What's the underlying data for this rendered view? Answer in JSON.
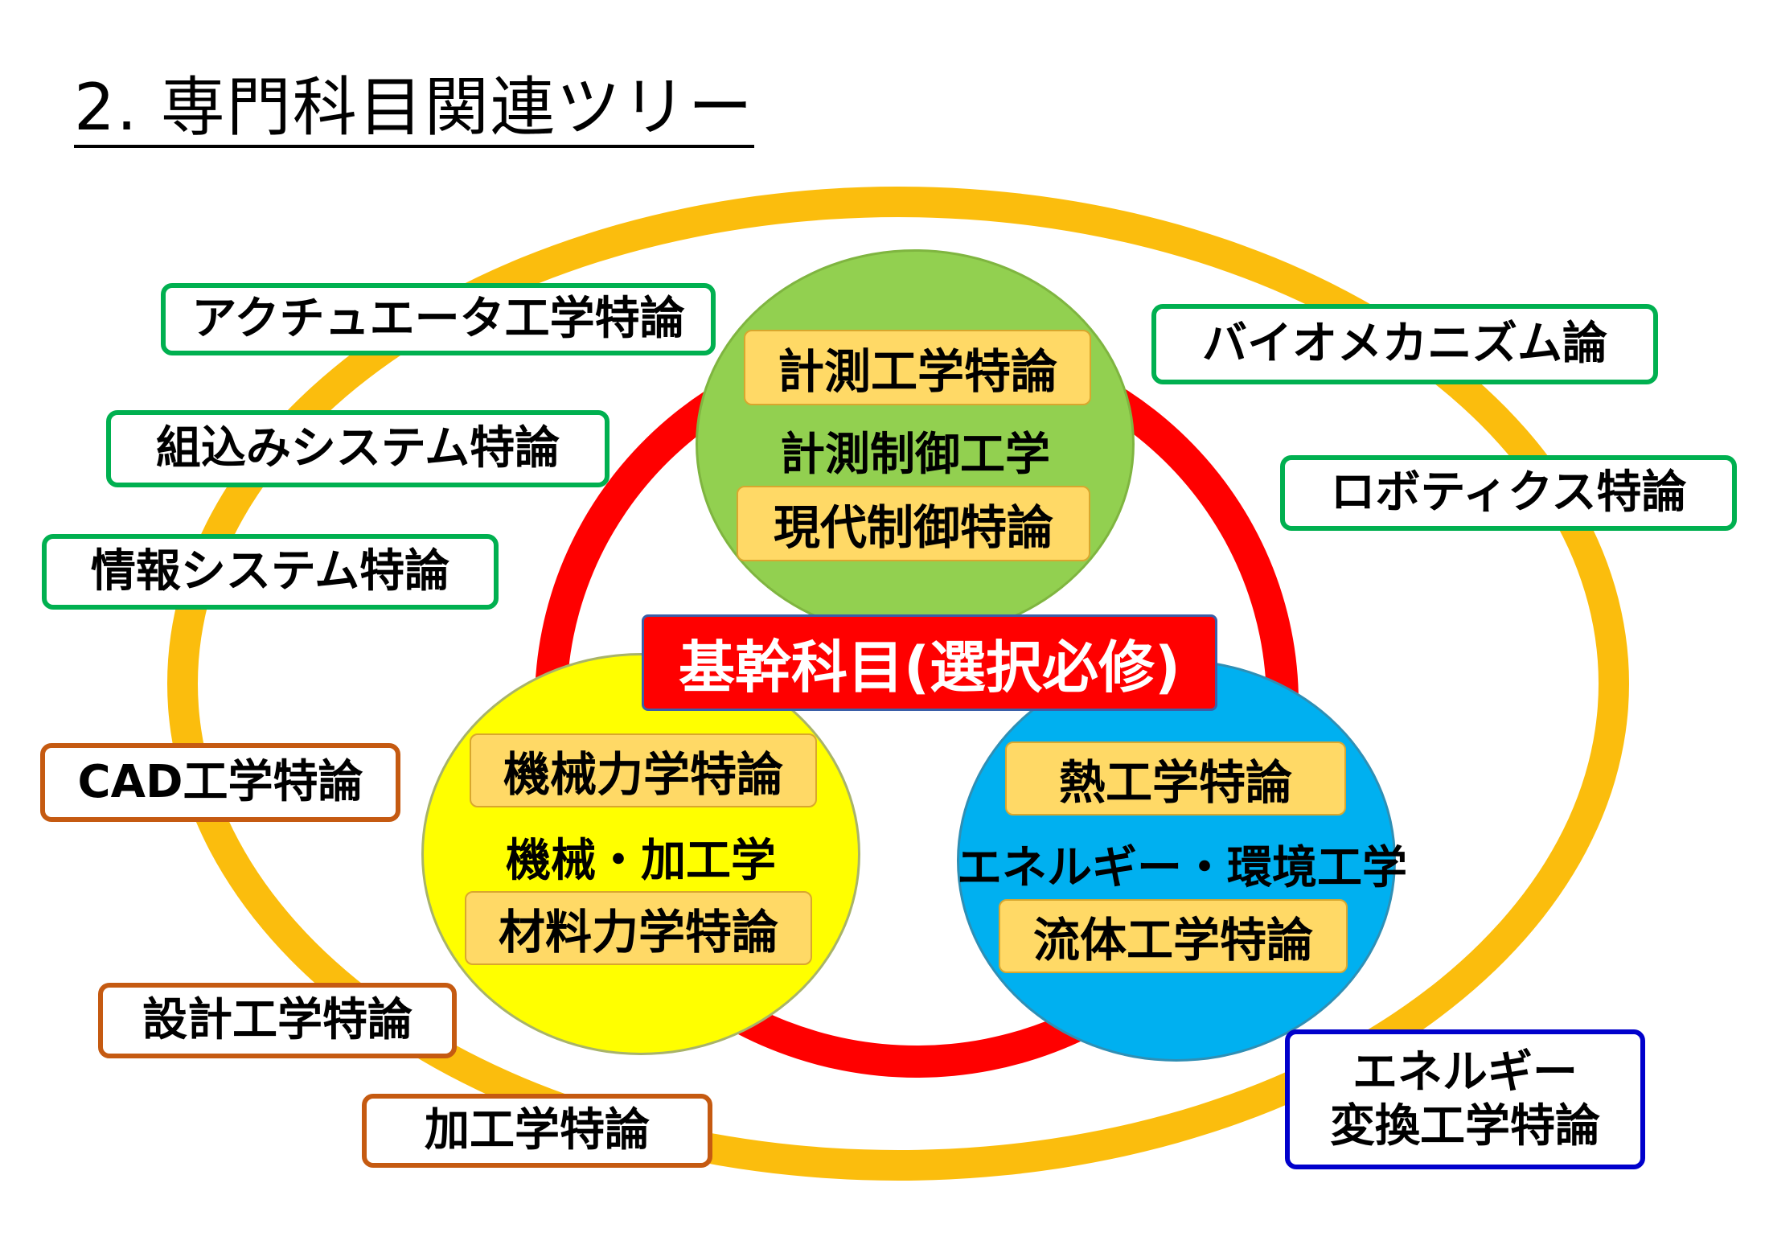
{
  "title": "2. 専門科目関連ツリー",
  "colors": {
    "outer_ring": "#fbbd0d",
    "core_ring": "#ff0000",
    "measurement_area": "#92d050",
    "mechanical_area": "#ffff00",
    "energy_area": "#00b0f0",
    "core_subject_chip": "#ffd966",
    "elective_green": "#00b050",
    "elective_brown": "#c55a11",
    "elective_blue": "#0000cc"
  },
  "core": {
    "label": "基幹科目(選択必修)"
  },
  "areas": {
    "measurement": {
      "name": "計測制御工学",
      "subjects": [
        "計測工学特論",
        "現代制御特論"
      ]
    },
    "mechanical": {
      "name": "機械・加工学",
      "subjects": [
        "機械力学特論",
        "材料力学特論"
      ]
    },
    "energy": {
      "name": "エネルギー・環境工学",
      "subjects": [
        "熱工学特論",
        "流体工学特論"
      ]
    }
  },
  "electives": {
    "green": [
      "アクチュエータ工学特論",
      "組込みシステム特論",
      "情報システム特論",
      "バイオメカニズム論",
      "ロボティクス特論"
    ],
    "brown": [
      "CAD工学特論",
      "設計工学特論",
      "加工学特論"
    ],
    "blue": [
      "エネルギー",
      "変換工学特論"
    ]
  }
}
